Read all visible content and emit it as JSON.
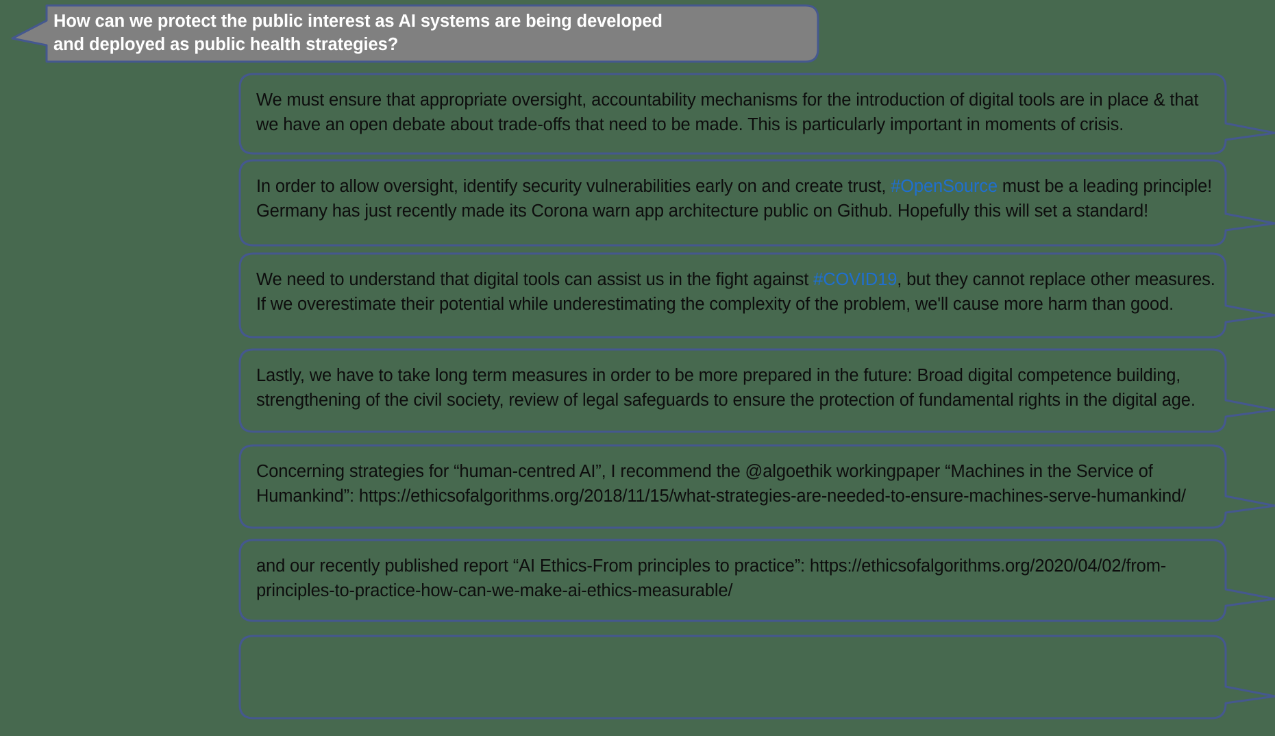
{
  "meta": {
    "background_color": "#47694f",
    "bubble_border_color": "#45588f",
    "bubble_text_color": "#0d0d0d",
    "hashtag_color": "#1f6fd0",
    "question_fill_color": "#808080",
    "question_text_color": "#ffffff"
  },
  "question": {
    "text": "How can we protect the public interest as AI systems are being developed\nand deployed as public health strategies?"
  },
  "messages": [
    {
      "id": "message-1",
      "segments": [
        {
          "type": "text",
          "value": "We must ensure that appropriate oversight, accountability mechanisms for the introduction of digital tools are in place & that we have an open debate about trade-offs that need to be made. This is particularly important in moments of crisis."
        }
      ]
    },
    {
      "id": "message-2",
      "segments": [
        {
          "type": "text",
          "value": "In order to allow oversight, identify security vulnerabilities early on and create trust, "
        },
        {
          "type": "hashtag",
          "value": "#OpenSource"
        },
        {
          "type": "text",
          "value": " must be a leading principle! Germany has just recently made its Corona warn app architecture public on Github. Hopefully this will set a standard!"
        }
      ]
    },
    {
      "id": "message-3",
      "segments": [
        {
          "type": "text",
          "value": "We need to understand that digital tools can assist us in the fight against "
        },
        {
          "type": "hashtag",
          "value": "#COVID19"
        },
        {
          "type": "text",
          "value": ", but they cannot replace other measures. If we overestimate their potential while underestimating the complexity of the problem, we'll cause more harm than good."
        }
      ]
    },
    {
      "id": "message-4",
      "segments": [
        {
          "type": "text",
          "value": "Lastly, we have to take long term measures in order to be more prepared in the future: Broad digital competence building, strengthening of the civil society, review of legal safeguards to ensure the protection of fundamental rights in the digital age."
        }
      ]
    },
    {
      "id": "message-5",
      "segments": [
        {
          "type": "text",
          "value": "Concerning strategies for “human-centred AI”, I recommend the @algoethik workingpaper “Machines in the Service of Humankind”: https://ethicsofalgorithms.org/2018/11/15/what-strategies-are-needed-to-ensure-machines-serve-humankind/"
        }
      ]
    },
    {
      "id": "message-6",
      "segments": [
        {
          "type": "text",
          "value": "and our recently published report “AI Ethics-From principles to practice”: https://ethicsofalgorithms.org/2020/04/02/from-principles-to-practice-how-can-we-make-ai-ethics-measurable/"
        }
      ]
    }
  ]
}
